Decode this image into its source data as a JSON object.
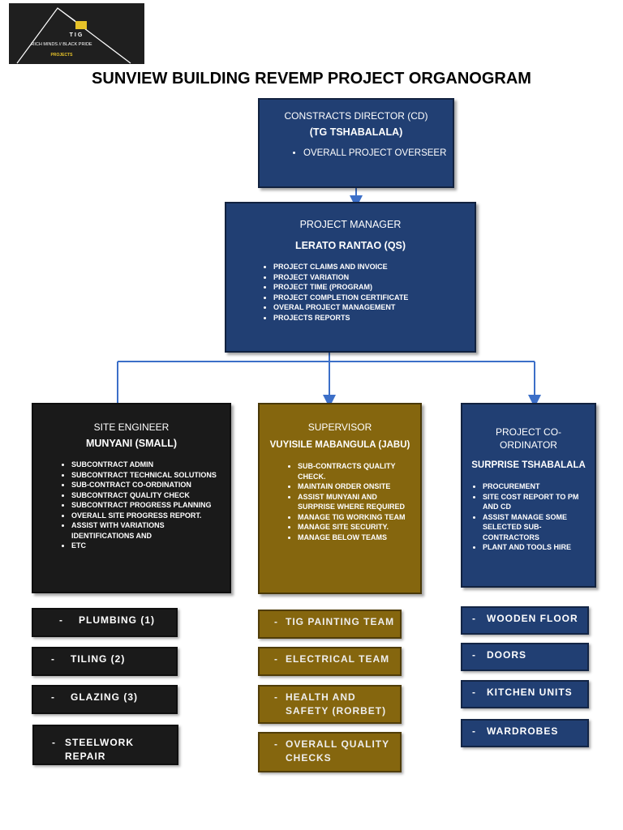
{
  "logo": {
    "letters": "TIG",
    "tagline": "RICH MINDS // BLACK PRIDE",
    "sub": "PROJECTS"
  },
  "title": "SUNVIEW BUILDING REVEMP PROJECT ORGANOGRAM",
  "colors": {
    "navy": "#213f73",
    "black": "#1a1a1a",
    "gold": "#85660e",
    "connector": "#3c6fc8"
  },
  "director": {
    "role": "CONSTRACTS DIRECTOR (CD)",
    "name": "(TG TSHABALALA)",
    "duties": [
      "OVERALL PROJECT OVERSEER"
    ]
  },
  "manager": {
    "role": "PROJECT MANAGER",
    "name": "LERATO RANTAO (QS)",
    "duties": [
      "PROJECT CLAIMS AND INVOICE",
      "PROJECT VARIATION",
      "PROJECT TIME (PROGRAM)",
      "PROJECT COMPLETION CERTIFICATE",
      "OVERAL PROJECT MANAGEMENT",
      "PROJECTS REPORTS"
    ]
  },
  "site_engineer": {
    "role": "SITE ENGINEER",
    "name": "MUNYANI (SMALL)",
    "duties": [
      "SUBCONTRACT ADMIN",
      "SUBCONTRACT TECHNICAL SOLUTIONS",
      "SUB-CONTRACT CO-ORDINATION",
      "SUBCONTRACT QUALITY CHECK",
      "SUBCONTRACT PROGRESS PLANNING",
      "OVERALL SITE PROGRESS REPORT.",
      "ASSIST WITH VARIATIONS IDENTIFICATIONS AND",
      "ETC"
    ]
  },
  "supervisor": {
    "role": "SUPERVISOR",
    "name": "VUYISILE MABANGULA (JABU)",
    "duties": [
      "SUB-CONTRACTS QUALITY CHECK.",
      "MAINTAIN ORDER ONSITE",
      "ASSIST MUNYANI AND SURPRISE WHERE REQUIRED",
      "MANAGE TIG WORKING TEAM",
      "MANAGE SITE SECURITY.",
      "MANAGE BELOW TEAMS"
    ]
  },
  "coordinator": {
    "role": "PROJECT CO-ORDINATOR",
    "name": "SURPRISE TSHABALALA",
    "duties": [
      "PROCUREMENT",
      "SITE COST REPORT TO PM AND CD",
      "ASSIST MANAGE SOME SELECTED SUB-CONTRACTORS",
      "PLANT AND TOOLS HIRE"
    ]
  },
  "teams_left": [
    "PLUMBING (1)",
    "TILING (2)",
    "GLAZING (3)",
    "STEELWORK REPAIR"
  ],
  "teams_mid": [
    "TIG PAINTING TEAM",
    "ELECTRICAL TEAM",
    "HEALTH AND SAFETY (RORBET)",
    "OVERALL QUALITY CHECKS"
  ],
  "teams_right": [
    "WOODEN FLOOR",
    "DOORS",
    "KITCHEN UNITS",
    "WARDROBES"
  ],
  "dash": "-"
}
